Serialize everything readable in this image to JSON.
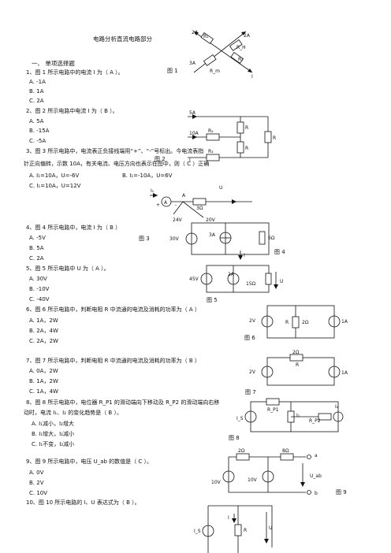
{
  "doc": {
    "title": "电路分析直流电路部分",
    "section": "一、 单项选择题"
  },
  "lines": [
    "1、图 1 所示电路中的电流 I 为（ A ）。",
    "A. -1A",
    "B. 1A",
    "C. 2A",
    "2、图 2 所示电路中电流 I 为（ B ）。",
    "A. 5A",
    "B. -15A",
    "C. -5A",
    "3、图 3 所示电路中，电流表正负接线端用“+”、“-”号标出。今电流表指",
    "针正向偏转，示数 10A，有关电流、电压方向也表示在图中，则（ C ）正确",
    "A. I₁=10A，U=-6V",
    "B. I₁=-10A，U=6V",
    "C. I₁=10A，U=12V",
    "4、图 4 所示电路中，电流 I 为（ B ）",
    "A. -5V",
    "B. 5A",
    "C. 2A",
    "5、图 5 所示电路中 U 为（ A ）。",
    "A. 30V",
    "B. -10V",
    "C. -40V",
    "6、图 6 所示电路中，判断电阻 R 中流通的电流及消耗的功率为（ A ）",
    "A. 1A，2W",
    "B. 2A，4W",
    "C. 2A，2W",
    "7、图 7 所示电路中，判断电阻 R 中流通的电流及消耗的功率为（ B ）",
    "A. 0A，2W",
    "B. 1A，2W",
    "C. 1A，4W",
    "8、图 8 所示电路中，电位器 R_P1 的滑动端向下移动及 R_P2 的滑动端向右移",
    "动时，电流 I₁、I₂ 的变化趋势是（ B ）。",
    "A. I₁减小，I₂增大",
    "B. I₁增大，I₂减小",
    "C. I₁不变，I₂减小",
    "9、图 9 所示电路中，电压 U_ab 的数值是（ C ）。",
    "A. 0V",
    "B. 2V",
    "C. 10V",
    "10、图 10 所示电路的 I、U 表达式为（ B ）。"
  ],
  "figures": {
    "f1": {
      "caption": "图 1",
      "r1": "R₁",
      "rh": "R_H",
      "r2": "R₂",
      "rm": "R_m",
      "i1": "2A",
      "i2": "2A",
      "i3": "3A",
      "i": "I"
    },
    "f2": {
      "caption": "图 2",
      "i1": "5A",
      "i2": "10A",
      "r1": "R₂",
      "r2": "R₃",
      "r3": "R",
      "r4": "R",
      "r5": "R",
      "i": "I"
    },
    "f3": {
      "caption": "图 3",
      "i1": "I₁",
      "a": "A",
      "u": "U",
      "r": "3Ω",
      "v1": "24V",
      "v2": "20V",
      "plus": "+",
      "minus": "-"
    },
    "f4": {
      "caption": "图 4",
      "v": "30V",
      "i": "3A",
      "r": "6Ω",
      "cur": "I"
    },
    "f5": {
      "caption": "图 5",
      "v": "45V",
      "i": "2A",
      "r": "15Ω",
      "u": "U"
    },
    "f6": {
      "caption": "图 6",
      "v": "2V",
      "r": "R",
      "r2": "2Ω",
      "i": "1A"
    },
    "f7": {
      "caption": "图 7",
      "v": "2V",
      "r2": "2Ω",
      "r": "R",
      "i": "1A"
    },
    "f8": {
      "caption": "图 8",
      "is": "I_S",
      "rp1": "R_P1",
      "i1": "I₁",
      "i2": "I₂",
      "rp2": "R_P2"
    },
    "f9": {
      "caption": "图 9",
      "r1": "2Ω",
      "r2": "8Ω",
      "v1": "10V",
      "v2": "10V",
      "a": "a",
      "b": "b",
      "uab": "U_ab"
    },
    "f10": {
      "is": "I_S",
      "i": "I",
      "r": "R",
      "u": "U"
    }
  }
}
